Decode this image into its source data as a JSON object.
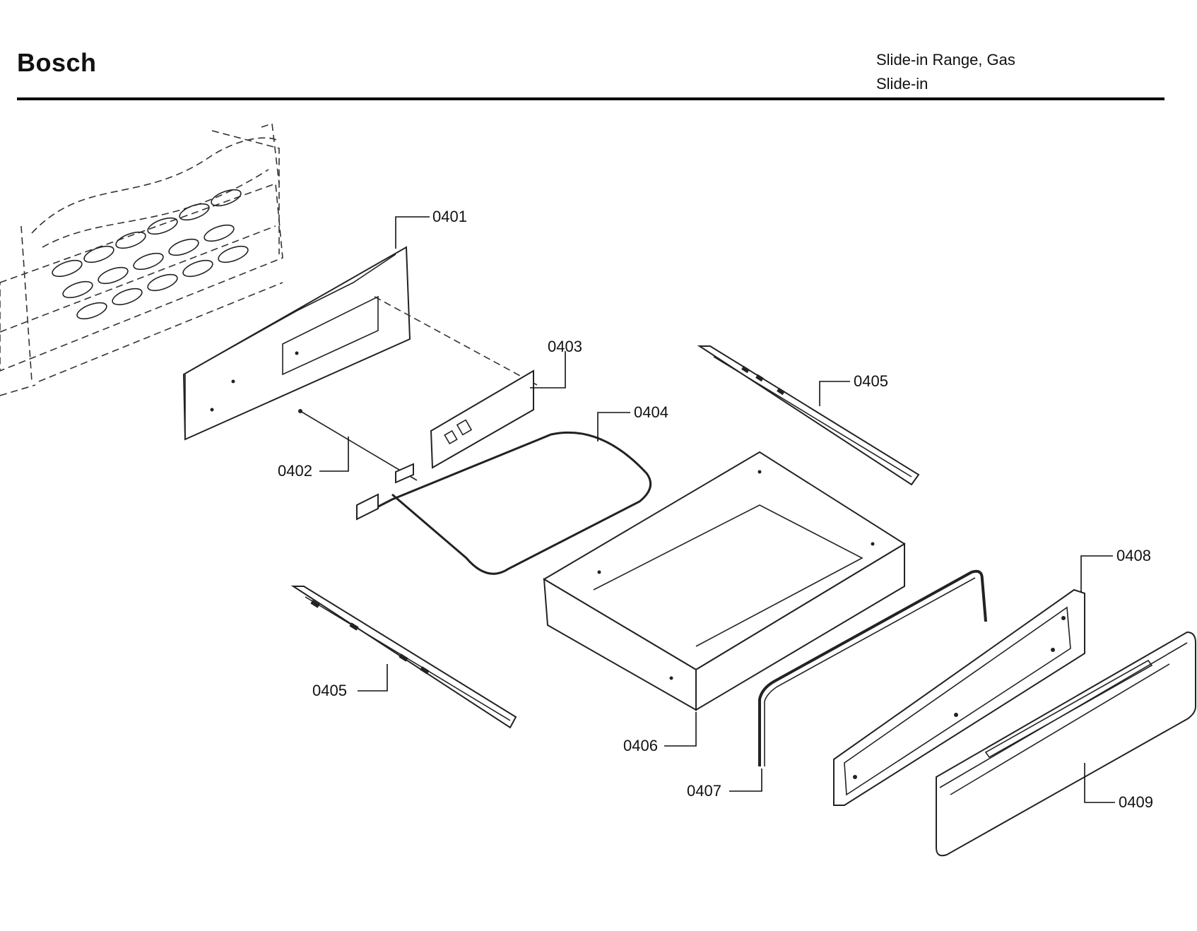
{
  "header": {
    "brand": "Bosch",
    "product_line1": "Slide-in Range, Gas",
    "product_line2": "Slide-in"
  },
  "parts": {
    "p0401": "0401",
    "p0402": "0402",
    "p0403": "0403",
    "p0404": "0404",
    "p0405a": "0405",
    "p0405b": "0405",
    "p0406": "0406",
    "p0407": "0407",
    "p0408": "0408",
    "p0409": "0409"
  }
}
